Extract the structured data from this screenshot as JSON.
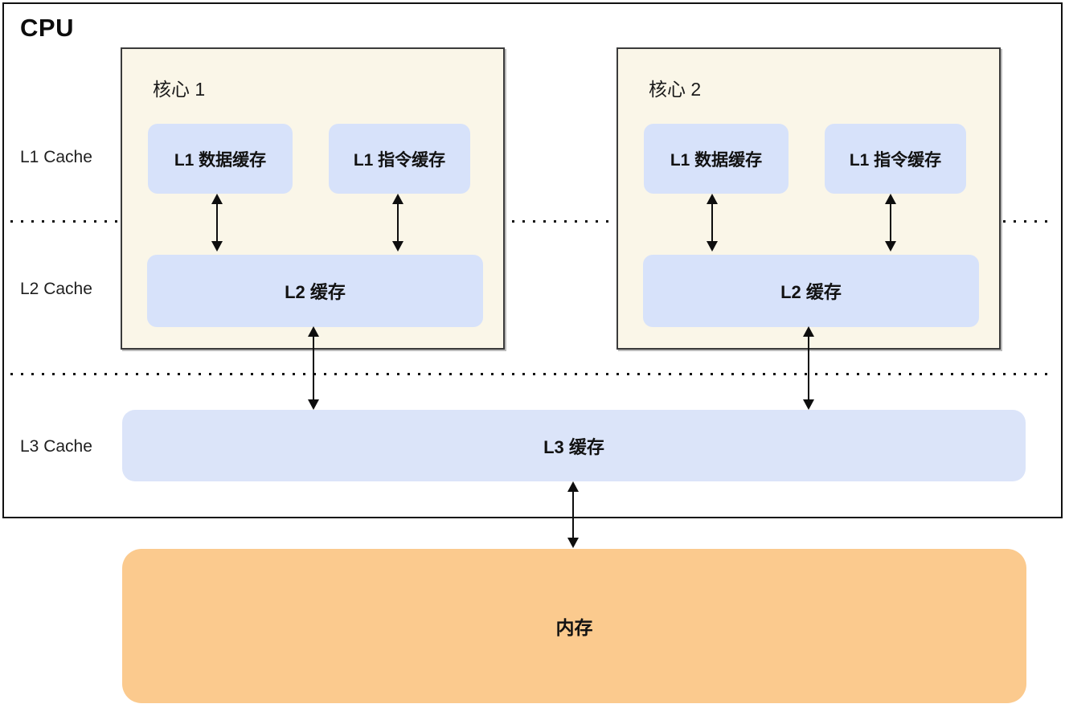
{
  "cpu": {
    "title": "CPU"
  },
  "row_labels": [
    {
      "label": "L1 Cache"
    },
    {
      "label": "L2 Cache"
    },
    {
      "label": "L3 Cache"
    }
  ],
  "cores": [
    {
      "title": "核心 1",
      "l1_data_label": "L1 数据缓存",
      "l1_instr_label": "L1 指令缓存",
      "l2_label": "L2 缓存"
    },
    {
      "title": "核心 2",
      "l1_data_label": "L1 数据缓存",
      "l1_instr_label": "L1 指令缓存",
      "l2_label": "L2 缓存"
    }
  ],
  "l3": {
    "label": "L3 缓存"
  },
  "memory": {
    "label": "内存"
  },
  "connectors": [
    {
      "from": "core1-l1-data-cache",
      "to": "core1-l2-cache",
      "type": "bidirectional"
    },
    {
      "from": "core1-l1-instr-cache",
      "to": "core1-l2-cache",
      "type": "bidirectional"
    },
    {
      "from": "core2-l1-data-cache",
      "to": "core2-l2-cache",
      "type": "bidirectional"
    },
    {
      "from": "core2-l1-instr-cache",
      "to": "core2-l2-cache",
      "type": "bidirectional"
    },
    {
      "from": "core1-l2-cache",
      "to": "l3-cache",
      "type": "bidirectional"
    },
    {
      "from": "core2-l2-cache",
      "to": "l3-cache",
      "type": "bidirectional"
    },
    {
      "from": "l3-cache",
      "to": "memory",
      "type": "bidirectional"
    }
  ],
  "colors": {
    "core_background": "#faf6e8",
    "cache_fill": "#d7e2fa",
    "l3_fill": "#dbe4f9",
    "memory_fill": "#fbca8e",
    "line": "#111111",
    "page_background": "#ffffff"
  }
}
